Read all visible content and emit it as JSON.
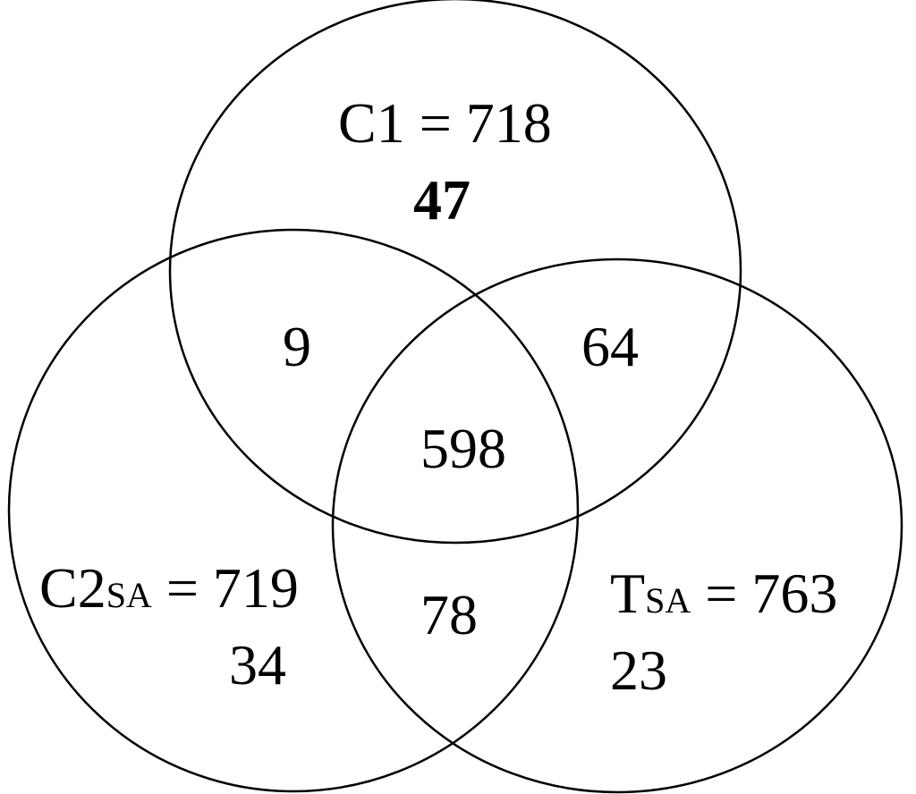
{
  "chart_data": {
    "type": "venn",
    "sets": [
      {
        "name": "C1",
        "total": 718,
        "only": 47
      },
      {
        "name": "C2",
        "subscript": "SA",
        "total": 719,
        "only": 34
      },
      {
        "name": "T",
        "subscript": "SA",
        "total": 763,
        "only": 23
      }
    ],
    "intersections": {
      "C1&C2SA": 9,
      "C1&TSA": 64,
      "C2SA&TSA": 78,
      "C1&C2SA&TSA": 598
    }
  },
  "labels": {
    "c1_name": "C1",
    "c1_total": "= 718",
    "c1_only": "47",
    "c2_name": "C2",
    "c2_sub": "SA",
    "c2_total": "= 719",
    "c2_only": "34",
    "t_name": "T",
    "t_sub": "SA",
    "t_total": "= 763",
    "t_only": "23",
    "c1_c2": "9",
    "c1_t": "64",
    "c2_t": "78",
    "all": "598"
  }
}
